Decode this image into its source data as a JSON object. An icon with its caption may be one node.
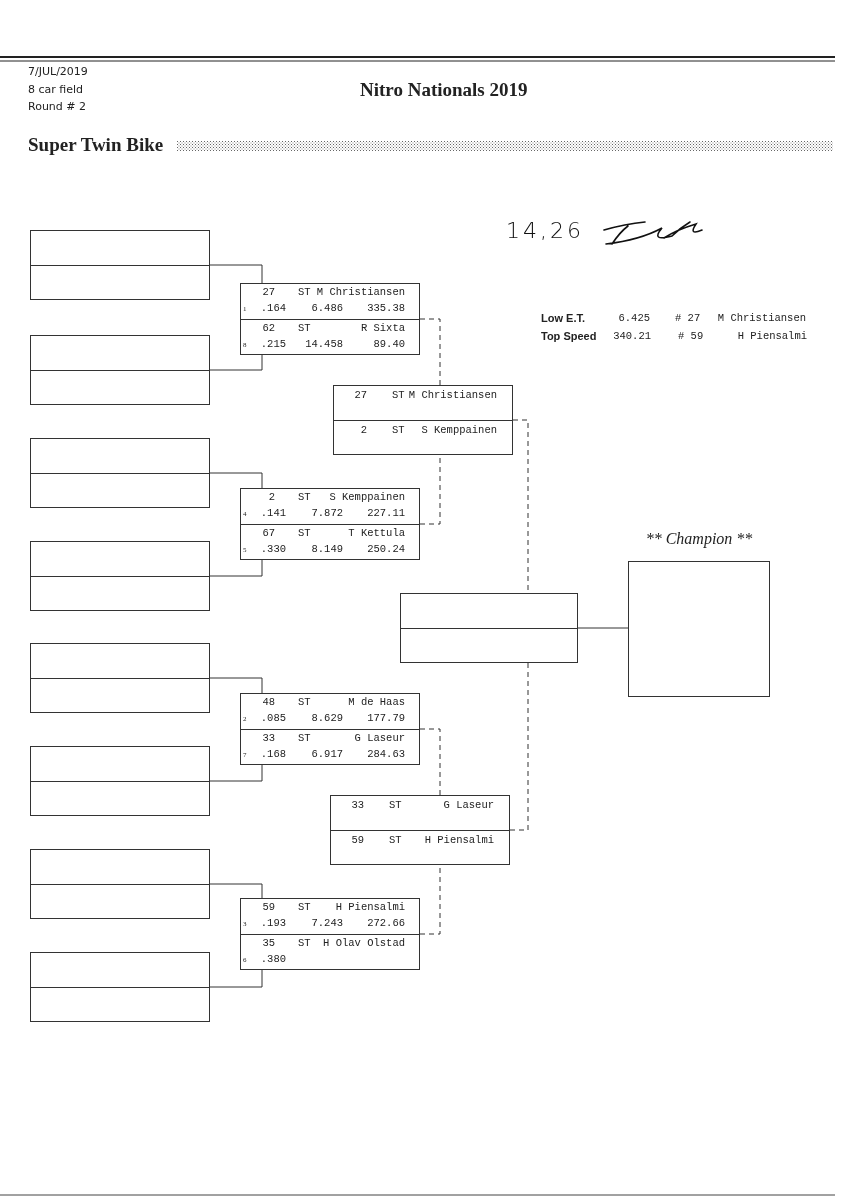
{
  "diagram": {
    "title": "Nitro Nationals 2019",
    "nodes": [
      {
        "text": [],
        "shape": "box"
      },
      {
        "text": [],
        "shape": "box"
      },
      {
        "text": [],
        "shape": "box"
      },
      {
        "text": [],
        "shape": "box"
      },
      {
        "text": [],
        "shape": "box"
      },
      {
        "text": [],
        "shape": "box"
      },
      {
        "text": [],
        "shape": "box"
      },
      {
        "text": [],
        "shape": "box"
      },
      {
        "text": [],
        "shape": "box"
      },
      {
        "text": [
          "27",
          "ST",
          "M Christiansen",
          "1",
          ".164",
          "6.486",
          "335.38"
        ],
        "in": 8
      },
      {
        "text": [
          "62",
          "ST",
          "R Sixta",
          "8",
          ".215",
          "14.458",
          "89.40"
        ],
        "in": 8
      },
      {
        "text": [],
        "shape": "box"
      },
      {
        "text": [
          "2",
          "ST",
          "S Kemppainen",
          "4",
          ".141",
          "7.872",
          "227.11"
        ],
        "in": 11
      },
      {
        "text": [
          "67",
          "ST",
          "T Kettula",
          "5",
          ".330",
          "8.149",
          "250.24"
        ],
        "in": 11
      },
      {
        "text": [],
        "shape": "box"
      },
      {
        "text": [
          "48",
          "ST",
          "M de Haas",
          "2",
          ".085",
          "8.629",
          "177.79"
        ],
        "in": 14
      },
      {
        "text": [
          "33",
          "ST",
          "G Laseur",
          "7",
          ".168",
          "6.917",
          "284.63"
        ],
        "in": 14
      },
      {
        "text": [],
        "shape": "box"
      },
      {
        "text": [
          "59",
          "ST",
          "H Piensalmi",
          "3",
          ".193",
          "7.243",
          "272.66"
        ],
        "in": 17
      },
      {
        "text": [
          "35",
          "ST",
          "H Olav Olstad",
          "6",
          ".380"
        ],
        "in": 17
      },
      {
        "text": [],
        "shape": "box"
      },
      {
        "text": [
          "27",
          "ST",
          "M Christiansen"
        ],
        "in": 20
      },
      {
        "text": [
          "2",
          "ST",
          "S Kemppainen"
        ],
        "in": 20
      },
      {
        "text": [],
        "shape": "box"
      },
      {
        "text": [
          "33",
          "ST",
          "G Laseur"
        ],
        "in": 23
      },
      {
        "text": [
          "59",
          "ST",
          "H Piensalmi"
        ],
        "in": 23
      },
      {
        "text": [],
        "shape": "box"
      },
      {
        "text": [
          "** Champion **"
        ]
      }
    ],
    "edges": [
      {
        "from": 0,
        "to": 8,
        "arrow": "none"
      },
      {
        "from": 1,
        "to": 8,
        "arrow": "none"
      },
      {
        "from": 2,
        "to": 11,
        "arrow": "none"
      },
      {
        "from": 3,
        "to": 11,
        "arrow": "none"
      },
      {
        "from": 4,
        "to": 14,
        "arrow": "none"
      },
      {
        "from": 5,
        "to": 14,
        "arrow": "none"
      },
      {
        "from": 6,
        "to": 17,
        "arrow": "none"
      },
      {
        "from": 7,
        "to": 17,
        "arrow": "none"
      },
      {
        "from": 8,
        "to": 20,
        "arrow": "none",
        "style": "dashed"
      },
      {
        "from": 11,
        "to": 20,
        "arrow": "none",
        "style": "dashed"
      },
      {
        "from": 14,
        "to": 23,
        "arrow": "none",
        "style": "dashed"
      },
      {
        "from": 17,
        "to": 23,
        "arrow": "none",
        "style": "dashed"
      },
      {
        "from": 20,
        "to": 26,
        "arrow": "none",
        "style": "dashed"
      },
      {
        "from": 23,
        "to": 26,
        "arrow": "none",
        "style": "dashed"
      },
      {
        "from": 26,
        "to": 27,
        "arrow": "none"
      }
    ],
    "labels": [
      "7/JUL/2019",
      "8 car field",
      "Round # 2",
      "Super Twin Bike",
      "14,26",
      "Low E.T.",
      "6.425",
      "# 27",
      "M Christiansen",
      "Top Speed",
      "340.21",
      "# 59",
      "H Piensalmi"
    ]
  }
}
